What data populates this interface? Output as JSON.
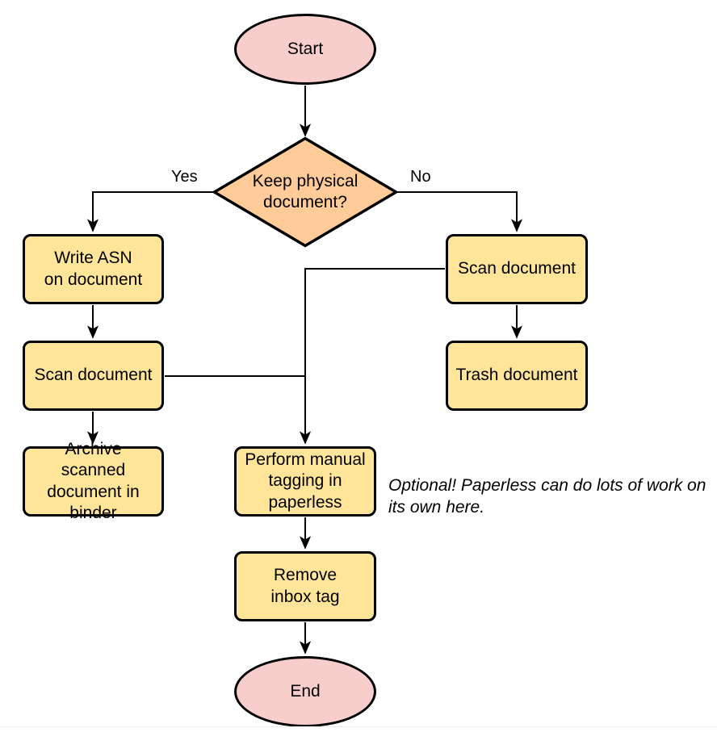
{
  "diagram": {
    "type": "flowchart",
    "colors": {
      "terminal_fill": "#f8cecc",
      "decision_fill": "#ffcc99",
      "process_fill": "#ffe599",
      "stroke": "#000000",
      "connector": "#000000",
      "background": "#ffffff"
    },
    "nodes": {
      "start": {
        "label": "Start",
        "shape": "ellipse"
      },
      "decision": {
        "label": "Keep physical\ndocument?",
        "shape": "diamond"
      },
      "write_asn": {
        "label": "Write ASN\non document",
        "shape": "rounded-rect"
      },
      "scan_left": {
        "label": "Scan document",
        "shape": "rounded-rect"
      },
      "archive": {
        "label": "Archive scanned\ndocument in\nbinder",
        "shape": "rounded-rect"
      },
      "scan_right": {
        "label": "Scan document",
        "shape": "rounded-rect"
      },
      "trash": {
        "label": "Trash document",
        "shape": "rounded-rect"
      },
      "perform_tagging": {
        "label": "Perform manual\ntagging in\npaperless",
        "shape": "rounded-rect"
      },
      "remove_inbox_tag": {
        "label": "Remove\ninbox tag",
        "shape": "rounded-rect"
      },
      "end": {
        "label": "End",
        "shape": "ellipse"
      }
    },
    "edge_labels": {
      "yes": "Yes",
      "no": "No"
    },
    "annotation": "Optional! Paperless can do lots of work on\nits own here."
  }
}
